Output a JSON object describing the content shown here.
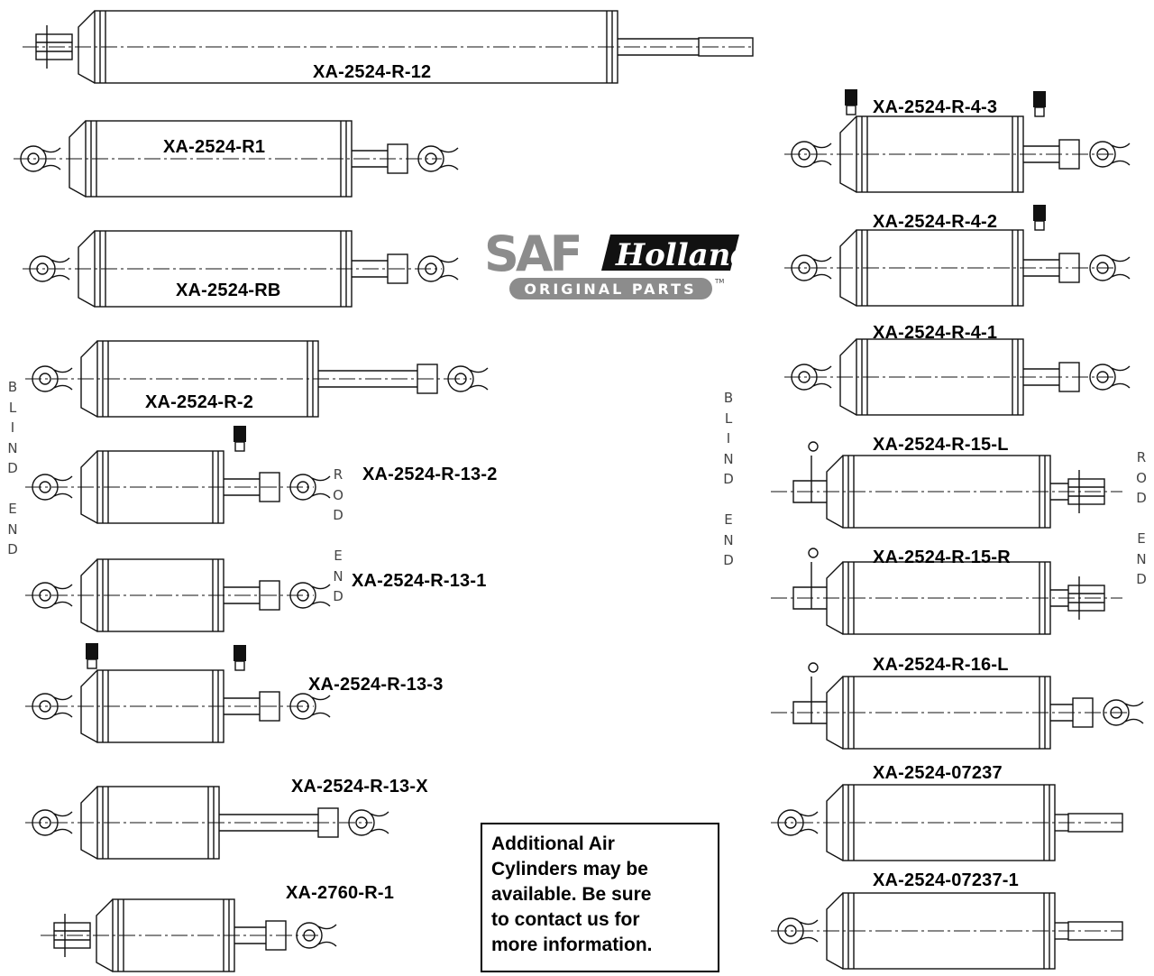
{
  "cylinder_labels": [
    "XA-2524-R-12",
    "XA-2524-R1",
    "XA-2524-RB",
    "XA-2524-R-2",
    "XA-2524-R-13-2",
    "XA-2524-R-13-1",
    "XA-2524-R-13-3",
    "XA-2524-R-13-X",
    "XA-2760-R-1",
    "XA-2524-R-4-3",
    "XA-2524-R-4-2",
    "XA-2524-R-4-1",
    "XA-2524-R-15-L",
    "XA-2524-R-15-R",
    "XA-2524-R-16-L",
    "XA-2524-07237",
    "XA-2524-07237-1"
  ],
  "side_labels": {
    "blind_end": "BLIND END",
    "rod_end": "ROD END"
  },
  "logo": {
    "brand": "SAF",
    "brand_script": "Holland",
    "tagline": "ORIGINAL PARTS",
    "trademark": "TM",
    "colors": {
      "gray": "#8c8c8c",
      "black": "#111111"
    }
  },
  "note": {
    "lines": [
      "Additional Air",
      "Cylinders may be",
      "available.  Be sure",
      "to contact us for",
      "more information."
    ]
  }
}
